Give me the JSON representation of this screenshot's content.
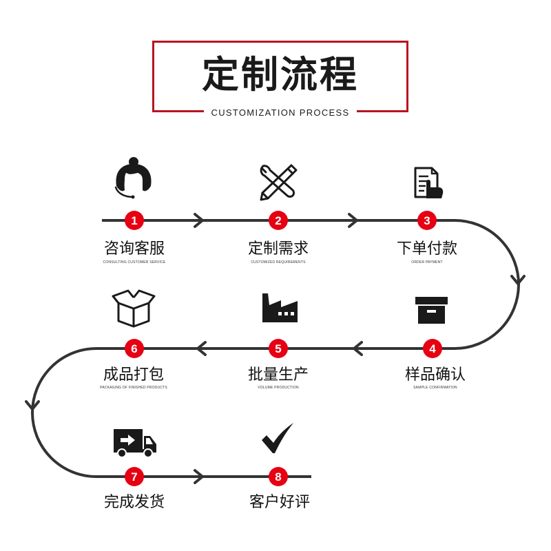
{
  "header": {
    "title": "定制流程",
    "subtitle": "CUSTOMIZATION PROCESS"
  },
  "colors": {
    "accent": "#e60012",
    "frame": "#b7141f",
    "line": "#333333",
    "icon": "#1a1a1a"
  },
  "steps": [
    {
      "number": "1",
      "label": "咨询客服",
      "sub": "CONSULTING CUSTOMER SERVICE",
      "icon": "customer-service-headset-icon"
    },
    {
      "number": "2",
      "label": "定制需求",
      "sub": "CUSTOMIZED REQUIREMENTS",
      "icon": "wrench-pencil-icon"
    },
    {
      "number": "3",
      "label": "下单付款",
      "sub": "ORDER PAYMENT",
      "icon": "document-hand-icon"
    },
    {
      "number": "4",
      "label": "样品确认",
      "sub": "SAMPLE CONFIRMATION",
      "icon": "archive-box-icon"
    },
    {
      "number": "5",
      "label": "批量生产",
      "sub": "VOLUME PRODUCTION",
      "icon": "factory-icon"
    },
    {
      "number": "6",
      "label": "成品打包",
      "sub": "PACKAGING OF FINISHED PRODUCTS",
      "icon": "open-box-icon"
    },
    {
      "number": "7",
      "label": "完成发货",
      "sub": "",
      "icon": "delivery-truck-icon"
    },
    {
      "number": "8",
      "label": "客户好评",
      "sub": "",
      "icon": "checkmark-icon"
    }
  ]
}
